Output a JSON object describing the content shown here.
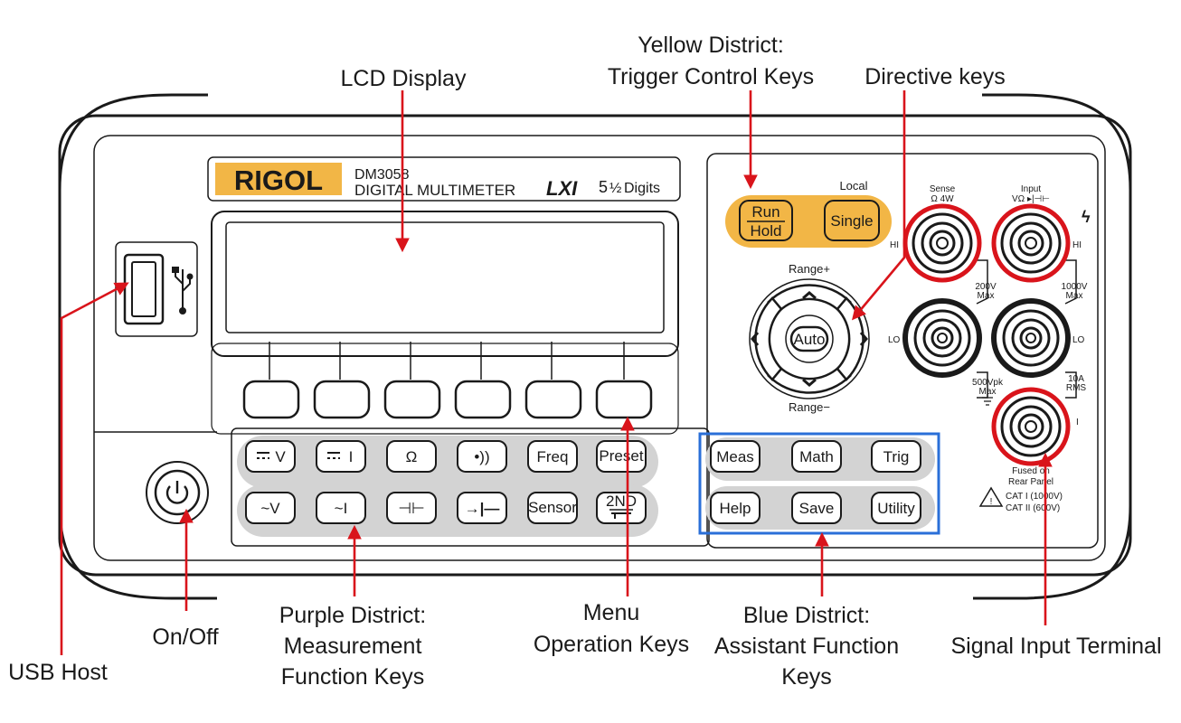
{
  "brand": {
    "logo": "RIGOL",
    "model": "DM3058",
    "product": "DIGITAL MULTIMETER",
    "lxi": "LXI",
    "digits_whole": "5",
    "digits_frac": "½",
    "digits_label": "Digits"
  },
  "callouts": {
    "lcd": "LCD Display",
    "yellow_1": "Yellow District:",
    "yellow_2": "Trigger Control Keys",
    "directive": "Directive keys",
    "usb": "USB Host",
    "onoff": "On/Off",
    "purple_1": "Purple District:",
    "purple_2": "Measurement",
    "purple_3": "Function Keys",
    "menu_1": "Menu",
    "menu_2": "Operation Keys",
    "blue_1": "Blue District:",
    "blue_2": "Assistant Function",
    "blue_3": "Keys",
    "signal": "Signal Input Terminal"
  },
  "trigger_keys": {
    "run_top": "Run",
    "run_bottom": "Hold",
    "single": "Single",
    "local": "Local"
  },
  "directive_keys": {
    "range_plus": "Range+",
    "range_minus": "Range−",
    "auto": "Auto",
    "up": "^",
    "down": "v",
    "left": "<",
    "right": ">"
  },
  "measure_keys": {
    "dcv": "V",
    "dci": "I",
    "ohm": "Ω",
    "continuity": "•))",
    "freq": "Freq",
    "preset": "Preset",
    "acv": "~V",
    "aci": "~I",
    "cap": "⊣⊢",
    "diode": "→|—",
    "sensor": "Sensor",
    "second": "2ND"
  },
  "assist_keys": {
    "meas": "Meas",
    "math": "Math",
    "trig": "Trig",
    "help": "Help",
    "save": "Save",
    "utility": "Utility"
  },
  "terminals": {
    "sense_1": "Sense",
    "sense_2": "Ω 4W",
    "input_1": "Input",
    "input_2": "VΩ ▸|⊣⊢",
    "hi_left": "HI",
    "hi_right": "HI",
    "lo_left": "LO",
    "lo_right": "LO",
    "v200_1": "200V",
    "v200_2": "Max",
    "v1000_1": "1000V",
    "v1000_2": "Max",
    "vpk_1": "500Vpk",
    "vpk_2": "Max",
    "a10_1": "10A",
    "a10_2": "RMS",
    "i_label": "I",
    "fused_1": "Fused on",
    "fused_2": "Rear Panel",
    "cat_1": "CAT I (1000V)",
    "cat_2": "CAT II (600V)",
    "warn": "!"
  },
  "colors": {
    "arrow": "#d9141b",
    "yellow_key": "#f2b646",
    "blue_border": "#2a6fd8",
    "ring_red": "#d9141b",
    "logo_bg": "#f2b646"
  }
}
